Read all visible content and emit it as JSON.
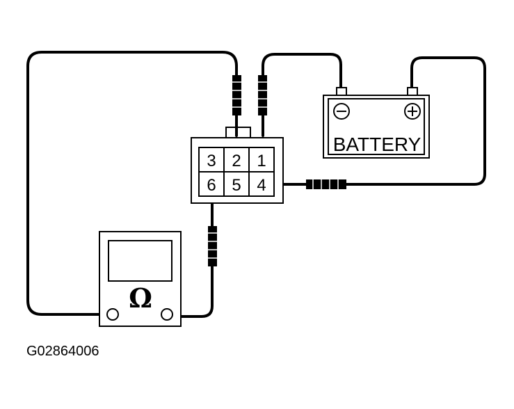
{
  "connector": {
    "pins": [
      "3",
      "2",
      "1",
      "6",
      "5",
      "4"
    ]
  },
  "battery": {
    "label": "BATTERY",
    "negative_symbol": "−",
    "positive_symbol": "+"
  },
  "ohmmeter": {
    "symbol": "Ω"
  },
  "caption": "G02864006"
}
